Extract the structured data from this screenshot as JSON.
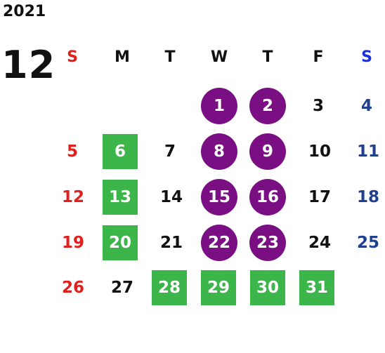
{
  "year": "2021",
  "month": "12",
  "weekdays": [
    "S",
    "M",
    "T",
    "W",
    "T",
    "F",
    "S"
  ],
  "colors": {
    "sunday": "#e0201c",
    "saturday": "#1f3f8f",
    "green_highlight": "#3cb54a",
    "purple_highlight": "#7a0f84"
  },
  "weeks": [
    [
      null,
      null,
      null,
      "1",
      "2",
      "3",
      "4"
    ],
    [
      "5",
      "6",
      "7",
      "8",
      "9",
      "10",
      "11"
    ],
    [
      "12",
      "13",
      "14",
      "15",
      "16",
      "17",
      "18"
    ],
    [
      "19",
      "20",
      "21",
      "22",
      "23",
      "24",
      "25"
    ],
    [
      "26",
      "27",
      "28",
      "29",
      "30",
      "31",
      null
    ]
  ],
  "highlights": {
    "green": [
      "6",
      "13",
      "20",
      "28",
      "29",
      "30",
      "31"
    ],
    "purple": [
      "1",
      "2",
      "8",
      "9",
      "15",
      "16",
      "22",
      "23"
    ]
  }
}
